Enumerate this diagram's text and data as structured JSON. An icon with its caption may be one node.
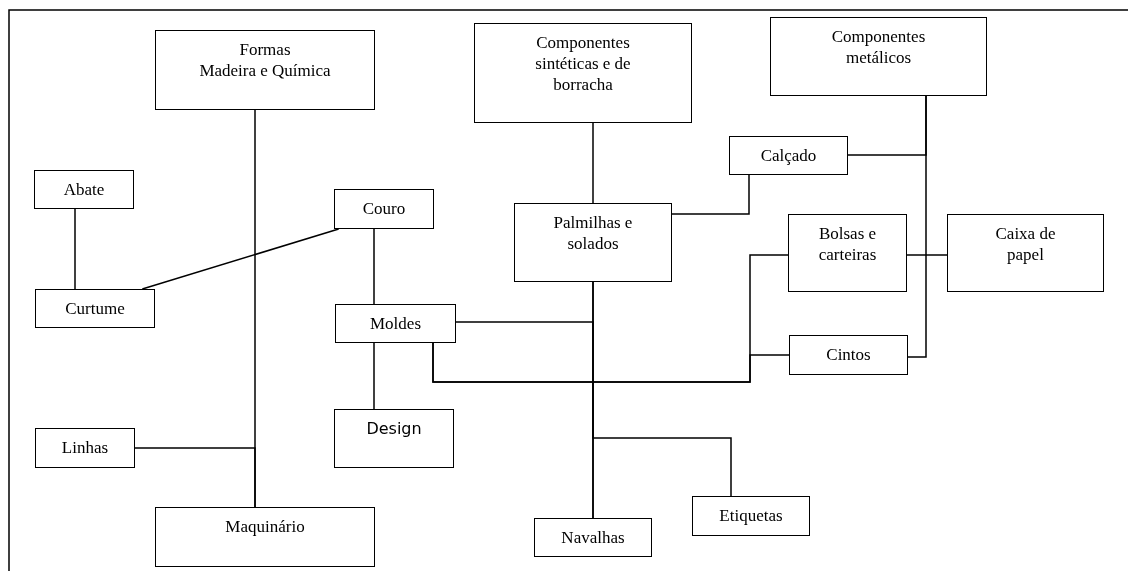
{
  "diagram": {
    "nodes": [
      {
        "text": [
          "Formas",
          "Madeira e Química"
        ]
      },
      {
        "text": [
          "Componentes sintéticas e de borracha"
        ]
      },
      {
        "text": [
          "Componentes metálicos"
        ]
      },
      {
        "text": [
          "Abate"
        ]
      },
      {
        "text": [
          "Couro"
        ]
      },
      {
        "text": [
          "Calçado"
        ]
      },
      {
        "text": [
          "Palmilhas e solados"
        ]
      },
      {
        "text": [
          "Bolsas e carteiras"
        ]
      },
      {
        "text": [
          "Caixa de papel"
        ]
      },
      {
        "text": [
          "Curtume"
        ]
      },
      {
        "text": [
          "Moldes"
        ]
      },
      {
        "text": [
          "Cintos"
        ]
      },
      {
        "text": [
          "Linhas"
        ]
      },
      {
        "text": [
          "Design"
        ]
      },
      {
        "text": [
          "Maquinário"
        ]
      },
      {
        "text": [
          "Etiquetas"
        ]
      },
      {
        "text": [
          "Navalhas"
        ]
      }
    ],
    "edges": [
      {
        "from": 0,
        "to": 14,
        "arrow": "none"
      },
      {
        "from": 12,
        "to": 14,
        "arrow": "none"
      },
      {
        "from": 3,
        "to": 9,
        "arrow": "none"
      },
      {
        "from": 9,
        "to": 4,
        "arrow": "none"
      },
      {
        "from": 4,
        "to": 10,
        "arrow": "none"
      },
      {
        "from": 10,
        "to": 13,
        "arrow": "none"
      },
      {
        "from": 1,
        "to": 6,
        "arrow": "none"
      },
      {
        "from": 6,
        "to": 5,
        "arrow": "none"
      },
      {
        "from": 6,
        "to": 16,
        "arrow": "none"
      },
      {
        "from": 6,
        "to": 15,
        "arrow": "none"
      },
      {
        "from": 10,
        "to": 16,
        "arrow": "none"
      },
      {
        "from": 10,
        "to": 7,
        "arrow": "none"
      },
      {
        "from": 10,
        "to": 11,
        "arrow": "none"
      },
      {
        "from": 2,
        "to": 5,
        "arrow": "none"
      },
      {
        "from": 2,
        "to": 11,
        "arrow": "none"
      },
      {
        "from": 7,
        "to": 8,
        "arrow": "none"
      }
    ]
  }
}
